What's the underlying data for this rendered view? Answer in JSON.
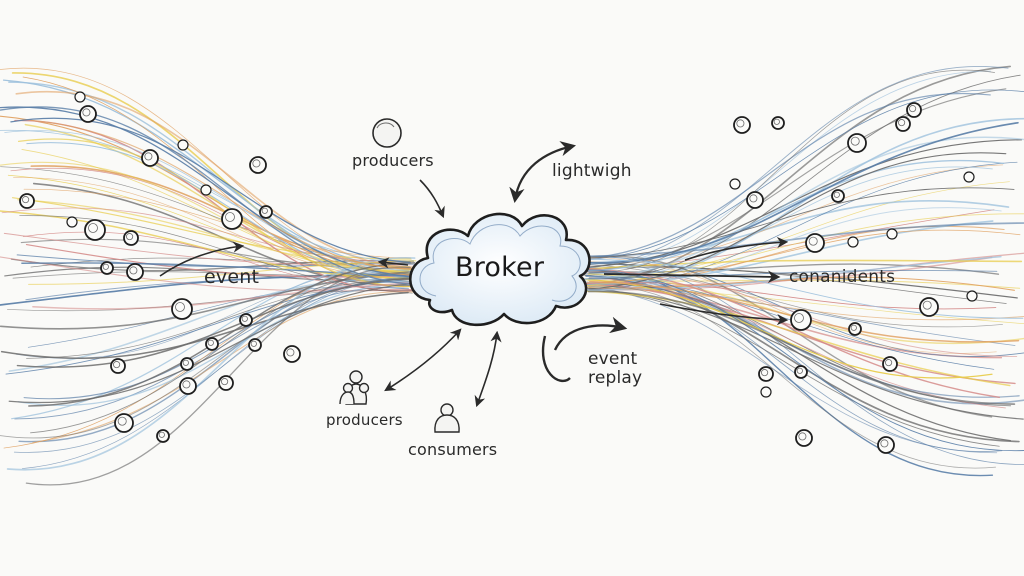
{
  "diagram": {
    "center_node": {
      "label": "Broker",
      "shape": "cloud"
    },
    "labels": {
      "producers_top": "producers",
      "lightweight": "lightwigh",
      "event_left": "event",
      "consumers_right": "conanidents",
      "event_replay": "event\nreplay",
      "producers_bottom": "producers",
      "consumers_bottom": "consumers"
    },
    "icons": {
      "producer_top": "sphere-icon",
      "producer_bottom": "person-group-icon",
      "consumer_bottom": "person-icon"
    },
    "colors": {
      "ink": "#2a2a2a",
      "stream_blue": "#5b7fa8",
      "stream_lightblue": "#9cc0dc",
      "stream_orange": "#e0a060",
      "stream_yellow": "#e8cc4a",
      "stream_red": "#d48a88",
      "stream_grey": "#6b6b6b",
      "cloud_fill": "#eef5fb",
      "background": "#fafaf8"
    }
  }
}
